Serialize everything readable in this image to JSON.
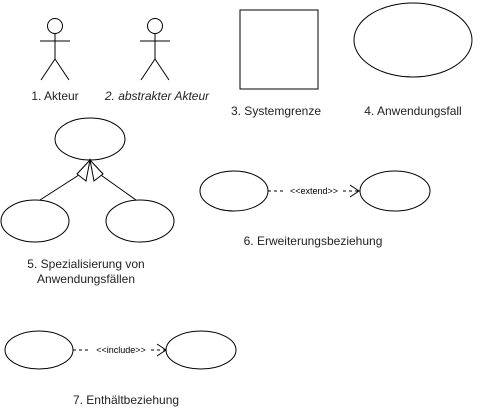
{
  "legend": {
    "actor": "1. Akteur",
    "abstract_actor": "2. abstrakter Akteur",
    "system_boundary": "3. Systemgrenze",
    "use_case": "4. Anwendungsfall",
    "specialization_line1": "5. Spezialisierung von",
    "specialization_line2": "Anwendungsfällen",
    "extend_relation": "6. Erweiterungsbeziehung",
    "include_relation": "7. Enthältbeziehung"
  },
  "stereotypes": {
    "extend": "<<extend>>",
    "include": "<<include>>"
  },
  "colors": {
    "stroke": "#000000",
    "text": "#222222",
    "background": "#ffffff"
  }
}
